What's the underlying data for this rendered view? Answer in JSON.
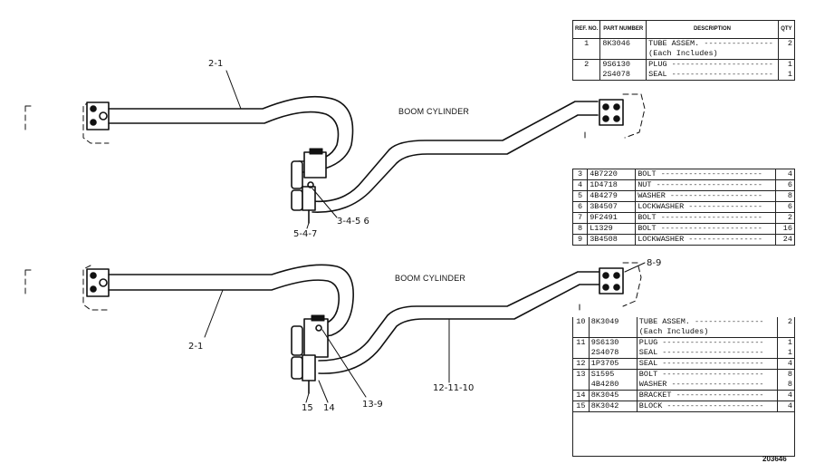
{
  "labels": {
    "boom_cylinder_top": "BOOM CYLINDER",
    "boom_cylinder_bottom": "BOOM CYLINDER",
    "callout_2_1_top": "2-1",
    "callout_2_1_bottom": "2-1",
    "callout_3_4_5_6": "3-4-5 6",
    "callout_5_4_7": "5-4-7",
    "callout_8_9": "8-9",
    "callout_12_11_10": "12-11-10",
    "callout_15": "15",
    "callout_14": "14",
    "callout_13_9": "13-9"
  },
  "drawing_code": "203646",
  "table_headers": {
    "ref": "REF. NO.",
    "part": "PART NUMBER",
    "desc": "DESCRIPTION",
    "qty": "QTY"
  },
  "table1": [
    {
      "ref": "1",
      "part": "8K3046",
      "desc": "TUBE ASSEM.",
      "qty": "2"
    },
    {
      "ref": "",
      "part": "",
      "desc": "(Each Includes)",
      "qty": ""
    },
    {
      "ref": "2",
      "part": "9S6130",
      "desc": "PLUG",
      "qty": "1"
    },
    {
      "ref": "",
      "part": "2S4078",
      "desc": "SEAL",
      "qty": "1"
    }
  ],
  "table2": [
    {
      "ref": "3",
      "part": "4B7220",
      "desc": "BOLT",
      "qty": "4"
    },
    {
      "ref": "4",
      "part": "1D4718",
      "desc": "NUT",
      "qty": "6"
    },
    {
      "ref": "5",
      "part": "4B4279",
      "desc": "WASHER",
      "qty": "8"
    },
    {
      "ref": "6",
      "part": "3B4507",
      "desc": "LOCKWASHER",
      "qty": "6"
    },
    {
      "ref": "7",
      "part": "9F2491",
      "desc": "BOLT",
      "qty": "2"
    },
    {
      "ref": "8",
      "part": "L1329",
      "desc": "BOLT",
      "qty": "16"
    },
    {
      "ref": "9",
      "part": "3B4508",
      "desc": "LOCKWASHER",
      "qty": "24"
    }
  ],
  "table3": [
    {
      "ref": "10",
      "part": "8K3049",
      "desc": "TUBE ASSEM.",
      "qty": "2"
    },
    {
      "ref": "",
      "part": "",
      "desc": "(Each Includes)",
      "qty": ""
    },
    {
      "ref": "11",
      "part": "9S6130",
      "desc": "PLUG",
      "qty": "1"
    },
    {
      "ref": "",
      "part": "2S4078",
      "desc": "SEAL",
      "qty": "1"
    },
    {
      "ref": "12",
      "part": "1P3705",
      "desc": "SEAL",
      "qty": "4"
    },
    {
      "ref": "13",
      "part": "S1595",
      "desc": "BOLT",
      "qty": "8"
    },
    {
      "ref": "",
      "part": "4B4280",
      "desc": "WASHER",
      "qty": "8"
    },
    {
      "ref": "14",
      "part": "8K3045",
      "desc": "BRACKET",
      "qty": "4"
    },
    {
      "ref": "15",
      "part": "8K3042",
      "desc": "BLOCK",
      "qty": "4"
    }
  ]
}
